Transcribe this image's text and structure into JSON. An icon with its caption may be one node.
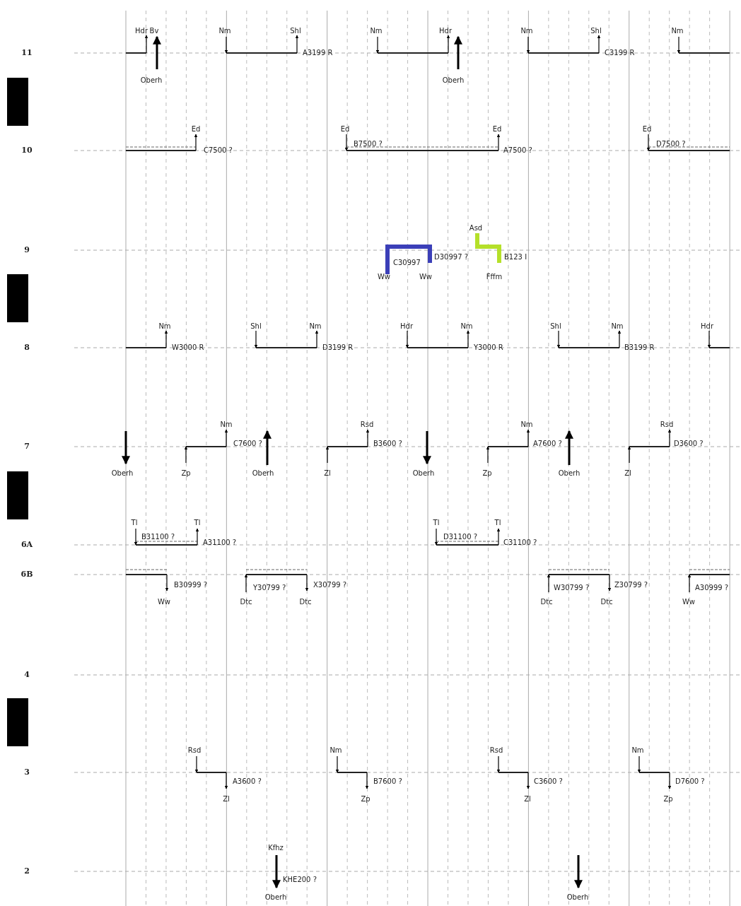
{
  "diagram": {
    "labels": [
      "11",
      "Hdr",
      "Bv",
      "Nm",
      "Shl",
      "A3199 R",
      "Nm",
      "Hdr",
      "Nm",
      "Shl",
      "C3199 R",
      "Nm",
      "Oberh",
      "Oberh",
      "10",
      "Ed",
      "C7500 ?",
      "Ed",
      "B7500 ?",
      "Ed",
      "A7500 ?",
      "Ed",
      "D7500 ?",
      "9",
      "Asd",
      "C30997",
      "D30997 ?",
      "B123 I",
      "Ww",
      "Ww",
      "Fffm",
      "8",
      "Nm",
      "W3000 R",
      "Shl",
      "Nm",
      "D3199 R",
      "Hdr",
      "Nm",
      "Y3000 R",
      "Shl",
      "Nm",
      "B3199 R",
      "Hdr",
      "7",
      "Nm",
      "C7600 ?",
      "Rsd",
      "B3600 ?",
      "Nm",
      "A7600 ?",
      "Rsd",
      "D3600 ?",
      "Oberh",
      "Zp",
      "Oberh",
      "Zl",
      "Oberh",
      "Zp",
      "Oberh",
      "Zl",
      "6A",
      "Tl",
      "B31100 ?",
      "Tl",
      "A31100 ?",
      "Tl",
      "D31100 ?",
      "Tl",
      "C31100 ?",
      "6B",
      "B30999 ?",
      "Y30799 ?",
      "X30799 ?",
      "W30799 ?",
      "Z30799 ?",
      "A30999 ?",
      "Ww",
      "Dtc",
      "Dtc",
      "Dtc",
      "Dtc",
      "Ww",
      "4",
      "3",
      "Rsd",
      "Nm",
      "Rsd",
      "Nm",
      "A3600 ?",
      "B7600 ?",
      "C3600 ?",
      "D7600 ?",
      "Zl",
      "Zp",
      "Zl",
      "Zp",
      "2",
      "Kfhz",
      "KHE200 ?",
      "Oberh",
      "Oberh"
    ]
  }
}
